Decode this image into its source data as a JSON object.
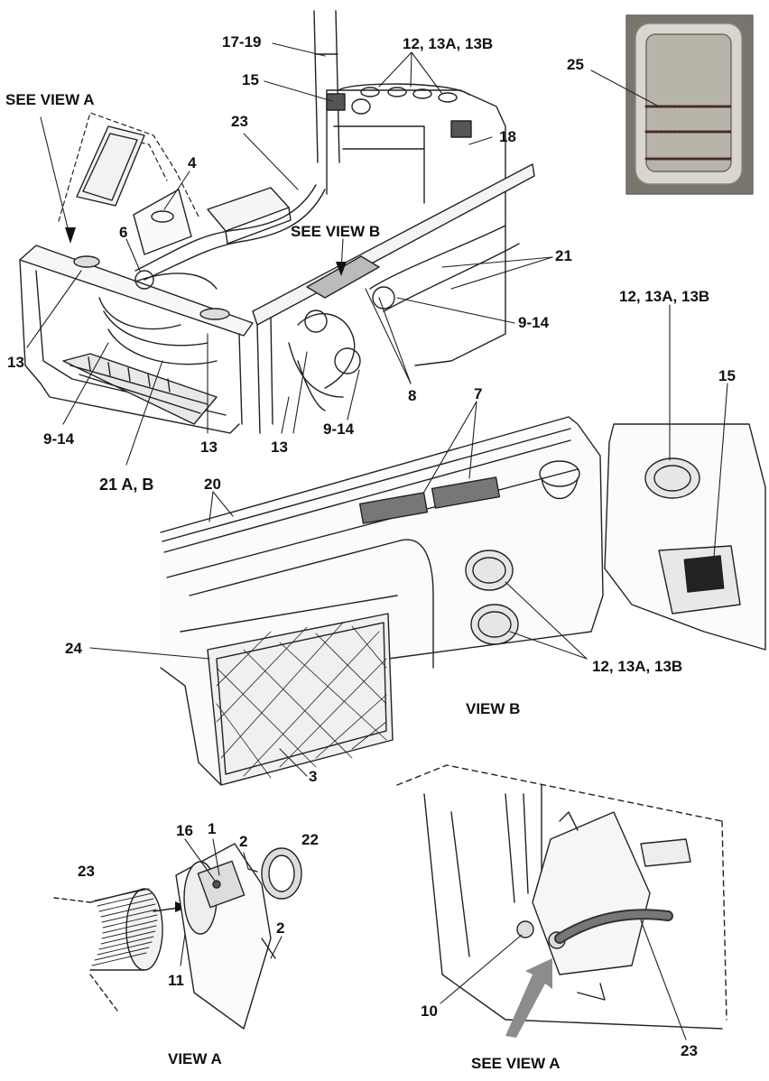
{
  "labels": {
    "l17_19": "17-19",
    "l12a": "12",
    "l12a_rest": ", 13A, 13B",
    "l15a": "15",
    "l23a": "23",
    "l18": "18",
    "l4": "4",
    "l6": "6",
    "see_view_a_top": "SEE VIEW A",
    "see_view_b": "SEE VIEW B",
    "l21a": "21",
    "l9_14a": "9-14",
    "l13a": "13",
    "l9_14b": "9-14",
    "l21b": "21",
    "l21b_rest": " A, B",
    "l13b": "13",
    "l13c": "13",
    "l9_14c": "9-14",
    "l8": "8",
    "l25": "25",
    "l12b": "12, 13A, 13B",
    "l15b": "15",
    "l7": "7",
    "l20": "20",
    "l24": "24",
    "l12c": "12",
    "l12c_rest": ", 13A, 13B",
    "view_b": "VIEW B",
    "l3": "3",
    "l16": "16",
    "l1": "1",
    "l2a": "2",
    "l22": "22",
    "l23b": "23",
    "l11": "11",
    "l2b": "2",
    "view_a": "VIEW A",
    "l10": "10",
    "l23c": "23",
    "see_view_a_bottom": "SEE VIEW A"
  },
  "colors": {
    "line": "#222222",
    "arrow_gray": "#8c8c8c",
    "photo_bg": "#7a756c"
  }
}
